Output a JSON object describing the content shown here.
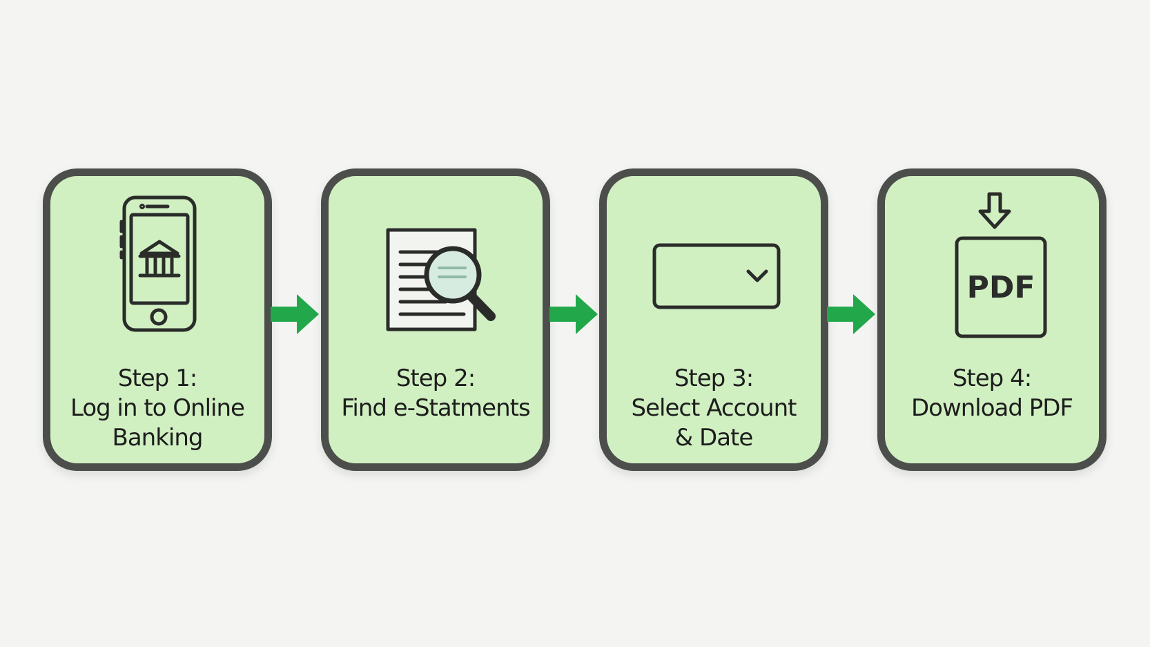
{
  "steps": [
    {
      "line1": "Step 1:",
      "line2": "Log in to Online",
      "line3": "Banking",
      "icon": "phone-bank-icon"
    },
    {
      "line1": "Step 2:",
      "line2": "Find e-Statments",
      "line3": "",
      "icon": "document-search-icon"
    },
    {
      "line1": "Step 3:",
      "line2": "Select Account",
      "line3": "& Date",
      "icon": "dropdown-select-icon"
    },
    {
      "line1": "Step 4:",
      "line2": "Download PDF",
      "line3": "",
      "icon": "pdf-download-icon",
      "icon_text": "PDF"
    }
  ],
  "colors": {
    "card_fill": "#d1f0c2",
    "card_border": "#4c4e4b",
    "arrow": "#22a84a",
    "icon_stroke": "#2a2c2a",
    "background": "#f4f5f3"
  }
}
